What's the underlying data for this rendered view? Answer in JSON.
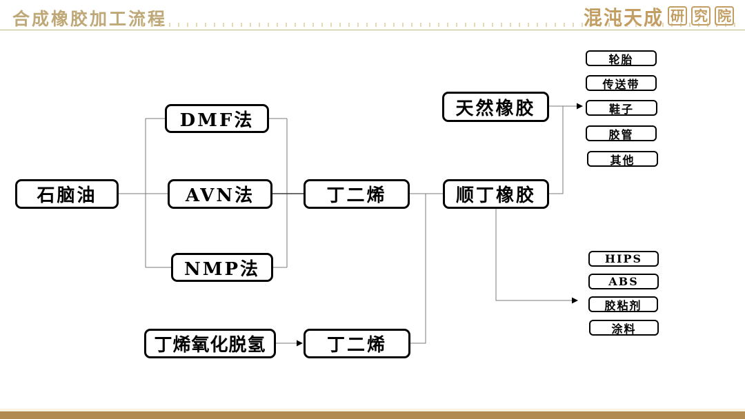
{
  "slide": {
    "title": "合成橡胶加工流程",
    "logo": {
      "brand": "混沌天成",
      "suffix": "研究院",
      "suffix_chars": [
        "研",
        "究",
        "院"
      ]
    },
    "colors": {
      "accent_gold": "#bfa878",
      "logo_gold": "#c39e62",
      "footer_bar": "#b08a50",
      "title_underline": "#c3b58a",
      "connector_gray": "#7a7a7a",
      "box_border": "#000000"
    },
    "flowchart": {
      "nodes": [
        {
          "id": "naphtha",
          "label": "石脑油"
        },
        {
          "id": "dmf-process",
          "label": "DMF法"
        },
        {
          "id": "avn-process",
          "label": "AVN法"
        },
        {
          "id": "nmp-process",
          "label": "NMP法"
        },
        {
          "id": "butadiene-1",
          "label": "丁二烯"
        },
        {
          "id": "natural-rubber",
          "label": "天然橡胶"
        },
        {
          "id": "cis-butadiene-rubber",
          "label": "顺丁橡胶"
        },
        {
          "id": "butene-oxidative-dehydrogenation",
          "label": "丁烯氧化脱氢"
        },
        {
          "id": "butadiene-2",
          "label": "丁二烯"
        },
        {
          "id": "tires",
          "label": "轮胎"
        },
        {
          "id": "conveyor-belt",
          "label": "传送带"
        },
        {
          "id": "shoes",
          "label": "鞋子"
        },
        {
          "id": "rubber-hose",
          "label": "胶管"
        },
        {
          "id": "others",
          "label": "其他"
        },
        {
          "id": "hips",
          "label": "HIPS"
        },
        {
          "id": "abs",
          "label": "ABS"
        },
        {
          "id": "adhesive",
          "label": "胶粘剂"
        },
        {
          "id": "coating",
          "label": "涂料"
        }
      ]
    }
  }
}
